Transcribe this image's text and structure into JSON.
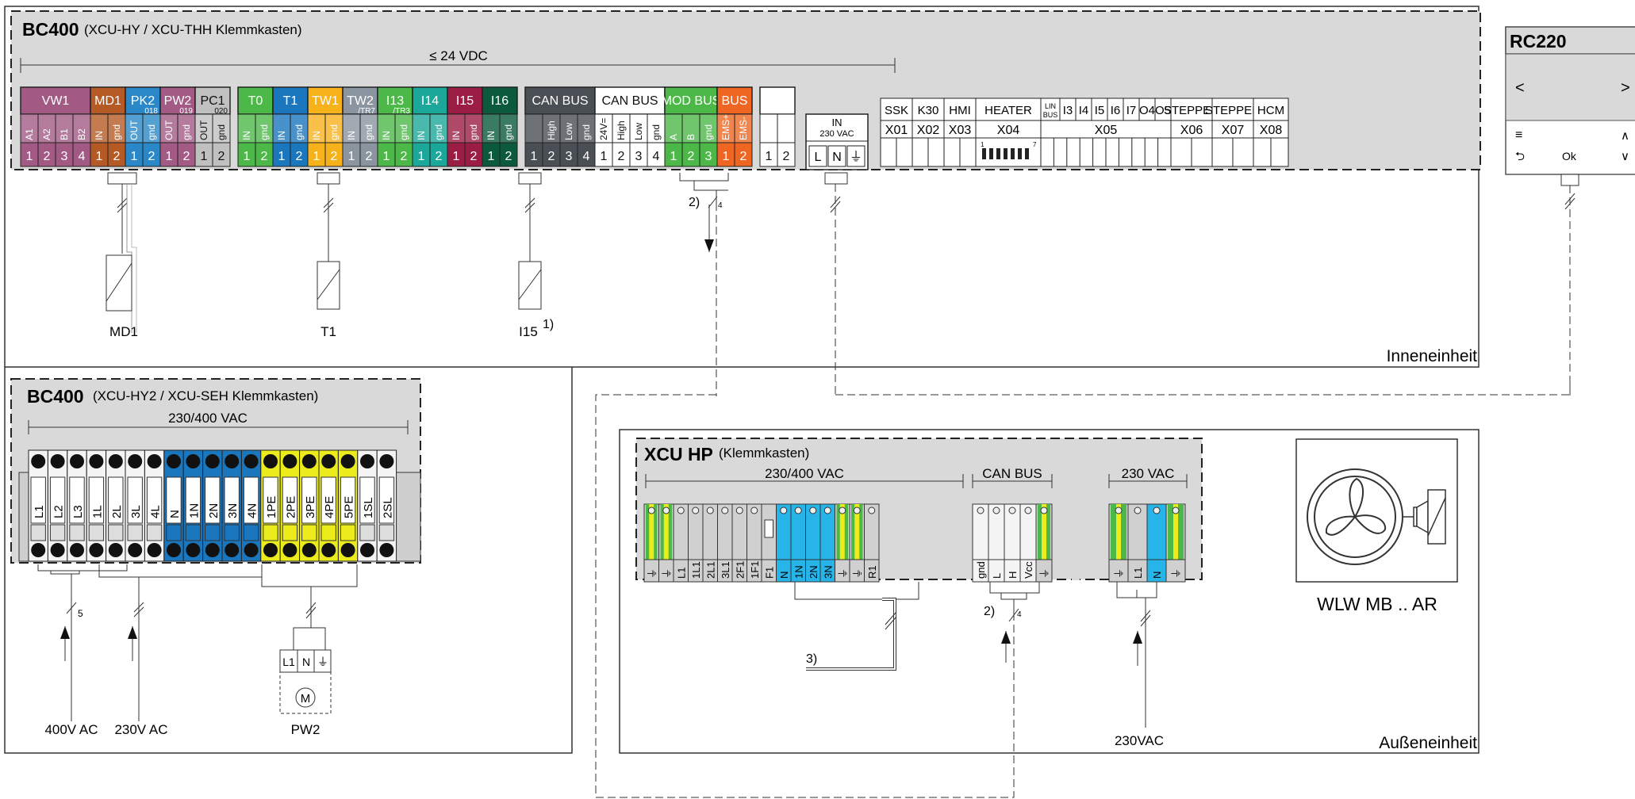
{
  "colors": {
    "panel": "#d9d9d9",
    "vw1": "#a25a84",
    "md1": "#b55a24",
    "pk2": "#2a88c8",
    "pw2": "#a35a84",
    "pc1": "#c0c0c0",
    "green": "#4cb848",
    "blue": "#1a76bd",
    "yellow": "#f7b21b",
    "grey": "#8a95a0",
    "teal": "#1ba89a",
    "crimson": "#9b1d43",
    "darkgreen": "#0b5a3c",
    "darkgrey": "#4a4f55",
    "orange": "#ee6622",
    "cyan": "#27b4e8",
    "pe_yellow": "#ecec1c"
  },
  "inner": {
    "title": "BC400",
    "subtitle": "(XCU-HY / XCU-THH Klemmkasten)",
    "voltage": "≤ 24 VDC",
    "label": "Inneneinheit",
    "groups": [
      {
        "name": "VW1",
        "color": "vw1",
        "sub": "",
        "pins": [
          "A1",
          "A2",
          "B1",
          "B2"
        ],
        "nums": [
          "1",
          "2",
          "3",
          "4"
        ]
      },
      {
        "name": "MD1",
        "color": "md1",
        "sub": "",
        "pins": [
          "IN",
          "gnd"
        ],
        "nums": [
          "1",
          "2"
        ]
      },
      {
        "name": "PK2",
        "color": "pk2",
        "sub": "018",
        "pins": [
          "OUT",
          "gnd"
        ],
        "nums": [
          "1",
          "2"
        ]
      },
      {
        "name": "PW2",
        "color": "pw2",
        "sub": "019",
        "pins": [
          "OUT",
          "gnd"
        ],
        "nums": [
          "1",
          "2"
        ]
      },
      {
        "name": "PC1",
        "color": "pc1",
        "sub": "020",
        "pins": [
          "OUT",
          "gnd"
        ],
        "nums": [
          "1",
          "2"
        ]
      },
      {
        "name": "T0",
        "color": "green",
        "sub": "",
        "pins": [
          "IN",
          "gnd"
        ],
        "nums": [
          "1",
          "2"
        ]
      },
      {
        "name": "T1",
        "color": "blue",
        "sub": "",
        "pins": [
          "IN",
          "gnd"
        ],
        "nums": [
          "1",
          "2"
        ]
      },
      {
        "name": "TW1",
        "color": "yellow",
        "sub": "",
        "pins": [
          "IN",
          "gnd"
        ],
        "nums": [
          "1",
          "2"
        ]
      },
      {
        "name": "TW2",
        "color": "grey",
        "sub": "/TR7",
        "pins": [
          "IN",
          "gnd"
        ],
        "nums": [
          "1",
          "2"
        ]
      },
      {
        "name": "I13",
        "color": "green",
        "sub": "/TR3",
        "pins": [
          "IN",
          "gnd"
        ],
        "nums": [
          "1",
          "2"
        ]
      },
      {
        "name": "I14",
        "color": "teal",
        "sub": "",
        "pins": [
          "IN",
          "gnd"
        ],
        "nums": [
          "1",
          "2"
        ]
      },
      {
        "name": "I15",
        "color": "crimson",
        "sub": "",
        "pins": [
          "IN",
          "gnd"
        ],
        "nums": [
          "1",
          "2"
        ]
      },
      {
        "name": "I16",
        "color": "darkgreen",
        "sub": "",
        "pins": [
          "IN",
          "gnd"
        ],
        "nums": [
          "1",
          "2"
        ]
      },
      {
        "name": "CAN BUS",
        "color": "darkgrey",
        "sub": "",
        "pins": [
          "",
          "High",
          "Low",
          "gnd"
        ],
        "nums": [
          "1",
          "2",
          "3",
          "4"
        ]
      },
      {
        "name": "CAN BUS",
        "color": "white",
        "sub": "",
        "pins": [
          "24V=",
          "High",
          "Low",
          "gnd"
        ],
        "nums": [
          "1",
          "2",
          "3",
          "4"
        ]
      },
      {
        "name": "MOD BUS",
        "color": "green",
        "sub": "",
        "pins": [
          "A",
          "B",
          "gnd"
        ],
        "nums": [
          "1",
          "2",
          "3"
        ]
      },
      {
        "name": "BUS",
        "color": "orange",
        "sub": "",
        "pins": [
          "EMS+",
          "EMS-"
        ],
        "nums": [
          "1",
          "2"
        ]
      },
      {
        "name": "",
        "color": "white",
        "sub": "",
        "pins": [
          "",
          ""
        ],
        "nums": [
          "1",
          "2"
        ]
      }
    ],
    "power_in": {
      "name": "IN",
      "sub": "230 VAC",
      "pins": [
        "L",
        "N",
        "⏚"
      ]
    },
    "connectors": [
      {
        "name": "SSK",
        "id": "X01"
      },
      {
        "name": "K30",
        "id": "X02"
      },
      {
        "name": "HMI",
        "id": "X03"
      },
      {
        "name": "HEATER",
        "id": "X04"
      },
      {
        "name": "X05 group",
        "id": "X05",
        "subs": [
          "LIN BUS",
          "I3",
          "I4",
          "I5",
          "I6",
          "I7",
          "O4",
          "O5"
        ]
      },
      {
        "name": "STEPPER",
        "id": "X06"
      },
      {
        "name": "STEPPER",
        "id": "X07"
      },
      {
        "name": "HCM",
        "id": "X08"
      }
    ],
    "x04_scale": [
      "1",
      "7"
    ],
    "sensors": [
      "MD1",
      "T1",
      "I15"
    ],
    "note_i15": "1)",
    "can_note": "2)",
    "can_count": "4"
  },
  "rc220": {
    "title": "RC220",
    "left": "<",
    "right": ">",
    "menu": "≡",
    "back": "⮌",
    "ok": "Ok",
    "up": "∧",
    "down": "∨"
  },
  "hy2": {
    "title": "BC400",
    "subtitle": "(XCU-HY2 / XCU-SEH Klemmkasten)",
    "voltage": "230/400 VAC",
    "terminals": [
      {
        "label": "L1",
        "type": "w"
      },
      {
        "label": "L2",
        "type": "w"
      },
      {
        "label": "L3",
        "type": "w"
      },
      {
        "label": "1L",
        "type": "w"
      },
      {
        "label": "2L",
        "type": "w"
      },
      {
        "label": "3L",
        "type": "w"
      },
      {
        "label": "4L",
        "type": "w"
      },
      {
        "label": "N",
        "type": "b"
      },
      {
        "label": "1N",
        "type": "b"
      },
      {
        "label": "2N",
        "type": "b"
      },
      {
        "label": "3N",
        "type": "b"
      },
      {
        "label": "4N",
        "type": "b"
      },
      {
        "label": "1PE",
        "type": "y"
      },
      {
        "label": "2PE",
        "type": "y"
      },
      {
        "label": "3PE",
        "type": "y"
      },
      {
        "label": "4PE",
        "type": "y"
      },
      {
        "label": "5PE",
        "type": "y"
      },
      {
        "label": "1SL",
        "type": "w"
      },
      {
        "label": "2SL",
        "type": "w"
      }
    ],
    "supply_400": "400V AC",
    "supply_230": "230V AC",
    "count5": "5",
    "pump_label": "PW2",
    "pump_pins": [
      "L1",
      "N",
      "⏚"
    ],
    "pump_symbol": "M"
  },
  "outer": {
    "label": "Außeneinheit",
    "xcu_title": "XCU HP",
    "xcu_subtitle": "(Klemmkasten)",
    "v1": "230/400 VAC",
    "v2": "CAN BUS",
    "v3": "230 VAC",
    "main_terminals": [
      {
        "label": "⏚",
        "type": "pe"
      },
      {
        "label": "⏚",
        "type": "pe"
      },
      {
        "label": "L1",
        "type": "g"
      },
      {
        "label": "1L1",
        "type": "g"
      },
      {
        "label": "2L1",
        "type": "g"
      },
      {
        "label": "3L1",
        "type": "g"
      },
      {
        "label": "2F1",
        "type": "g"
      },
      {
        "label": "1F1",
        "type": "g"
      },
      {
        "label": "F1",
        "type": "fuse"
      },
      {
        "label": "N",
        "type": "c"
      },
      {
        "label": "1N",
        "type": "c"
      },
      {
        "label": "2N",
        "type": "c"
      },
      {
        "label": "3N",
        "type": "c"
      },
      {
        "label": "⏚",
        "type": "pe"
      },
      {
        "label": "⏚",
        "type": "pe"
      },
      {
        "label": "R1",
        "type": "g"
      }
    ],
    "can_terminals": [
      {
        "label": "gnd",
        "type": "w"
      },
      {
        "label": "L",
        "type": "w"
      },
      {
        "label": "H",
        "type": "w"
      },
      {
        "label": "Vcc",
        "type": "w"
      },
      {
        "label": "⏚",
        "type": "pe"
      }
    ],
    "ac_terminals": [
      {
        "label": "⏚",
        "type": "pe"
      },
      {
        "label": "L1",
        "type": "g"
      },
      {
        "label": "N",
        "type": "c"
      },
      {
        "label": "⏚",
        "type": "pe"
      }
    ],
    "note3": "3)",
    "can_note": "2)",
    "can_count": "4",
    "supply": "230VAC",
    "unit": "WLW MB .. AR"
  }
}
